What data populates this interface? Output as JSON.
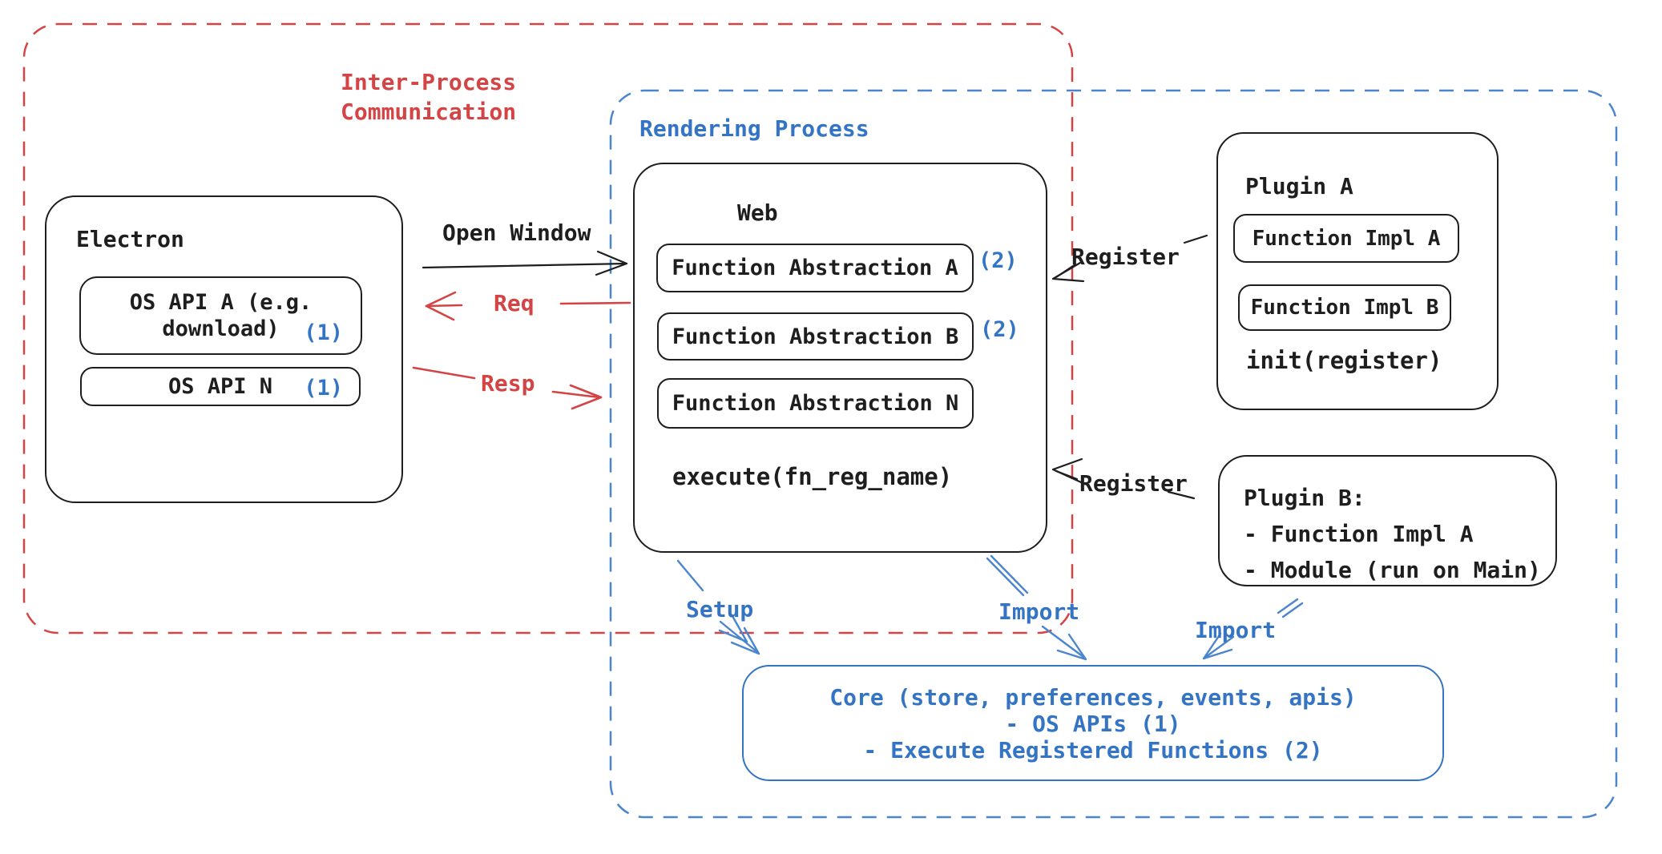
{
  "diagram": {
    "ipc_group": {
      "label_line1": "Inter-Process",
      "label_line2": "Communication"
    },
    "rendering_group": {
      "label": "Rendering Process"
    },
    "electron": {
      "title": "Electron",
      "os_api_a_line1": "OS API A (e.g.",
      "os_api_a_line2": "download)",
      "os_api_a_ref": "(1)",
      "os_api_n": "OS API N",
      "os_api_n_ref": "(1)"
    },
    "web": {
      "title": "Web",
      "fn_abstraction_a": "Function Abstraction A",
      "fn_abstraction_a_ref": "(2)",
      "fn_abstraction_b": "Function Abstraction B",
      "fn_abstraction_b_ref": "(2)",
      "fn_abstraction_n": "Function Abstraction N",
      "execute_call": "execute(fn_reg_name)"
    },
    "plugin_a": {
      "title": "Plugin A",
      "fn_impl_a": "Function Impl A",
      "fn_impl_b": "Function Impl B",
      "init_call": "init(register)"
    },
    "plugin_b": {
      "title": "Plugin B:",
      "item1": "- Function Impl A",
      "item2": "- Module (run on Main)"
    },
    "core": {
      "line1": "Core (store, preferences, events, apis)",
      "line2": "- OS APIs (1)",
      "line3": "- Execute Registered Functions (2)"
    },
    "arrows": {
      "open_window": "Open Window",
      "req": "Req",
      "resp": "Resp",
      "register1": "Register",
      "register2": "Register",
      "setup": "Setup",
      "import1": "Import",
      "import2": "Import"
    },
    "colors": {
      "ink": "#1e1e1e",
      "red": "#d44444",
      "blue": "#3474c4",
      "arrow_blue": "#4a85cd"
    }
  }
}
